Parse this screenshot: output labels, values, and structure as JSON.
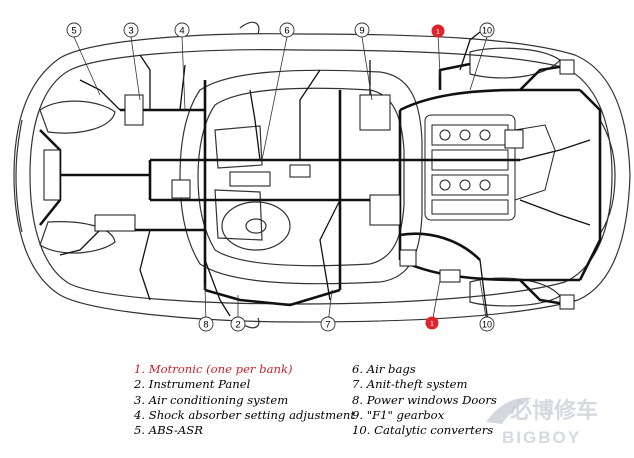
{
  "diagram": {
    "callouts": [
      {
        "number": "5"
      },
      {
        "number": "3"
      },
      {
        "number": "4"
      },
      {
        "number": "6"
      },
      {
        "number": "9"
      },
      {
        "number": "10"
      },
      {
        "number": "8"
      },
      {
        "number": "2"
      },
      {
        "number": "7"
      },
      {
        "number": "10"
      },
      {
        "number": "1"
      },
      {
        "number": "1"
      }
    ],
    "highlight_color": "#e0242c",
    "line_color": "#111111"
  },
  "legend": {
    "left": [
      {
        "text": "1. Motronic (one per bank)",
        "highlight": true
      },
      {
        "text": "2. Instrument Panel"
      },
      {
        "text": "3. Air conditioning system"
      },
      {
        "text": "4. Shock absorber setting adjustment"
      },
      {
        "text": "5. ABS-ASR"
      }
    ],
    "right": [
      {
        "text": "6. Air bags"
      },
      {
        "text": "7. Anit-theft system"
      },
      {
        "text": "8. Power windows Doors"
      },
      {
        "text": "9. \"F1\" gearbox"
      },
      {
        "text": "10. Catalytic converters"
      }
    ],
    "highlight_color": "#c8202a"
  },
  "watermark": {
    "cn_text": "必博修车",
    "en_text": "BIGBOY",
    "color": "#c9ced6"
  }
}
